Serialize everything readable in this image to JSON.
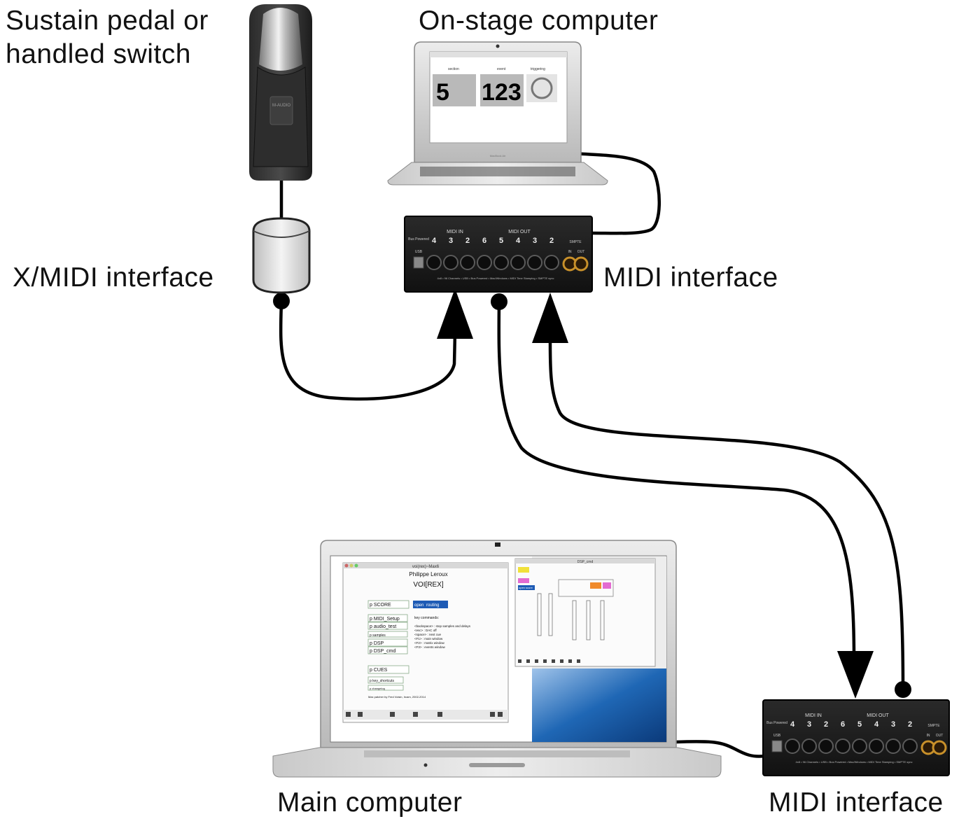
{
  "labels": {
    "pedal_line1": "Sustain pedal or",
    "pedal_line2": "handled switch",
    "onstage": "On-stage computer",
    "xmidi": "X/MIDI interface",
    "midi_top": "MIDI interface",
    "main": "Main computer",
    "midi_bottom": "MIDI interface"
  },
  "onstage_screen": {
    "section_label": "section",
    "event_label": "event",
    "triggering_label": "triggering",
    "section_value": "5",
    "event_value": "123",
    "brand": "MacBook Air"
  },
  "midi_box": {
    "midi_in": "MIDI IN",
    "midi_out": "MIDI OUT",
    "bus_powered": "Bus Powered",
    "usb": "USB",
    "smpte": "SMPTE",
    "in": "IN",
    "out": "OUT",
    "in_nums": [
      "4",
      "3",
      "2"
    ],
    "out_nums": [
      "6",
      "5",
      "4",
      "3",
      "2"
    ],
    "footer": "4x8 • 96 Channels • USB • Bus Powered • Mac/Windows • MIDI Time Stamping • SMPTE sync"
  },
  "patcher": {
    "window_title": "voi(rex)~Max6",
    "author": "Philippe Leroux",
    "title": "VOI[REX]",
    "box_score": "p SCORE",
    "box_open": "open",
    "box_routing": "routing",
    "box_midi_setup": "p MIDI_Setup",
    "box_audio_test": "p audio_test",
    "box_samples": "p samples",
    "box_dsp": "p DSP",
    "box_dsp_cmd": "p DSP_cmd",
    "box_cues": "p CUES",
    "box_key_shortcuts": "p key_shortcuts",
    "box_changelog": "p changelog",
    "key_commands": "key commands:",
    "cmd1": "<backspace> : stop samples and delays",
    "cmd2": "<esc> : DAC off",
    "cmd3": "<space> : next cue",
    "cmd4": "<F1> : main window",
    "cmd5": "<F2> : matrix window",
    "cmd6": "<F3> : events window",
    "credit": "Max patcher by Fred Voisin, Ircam, 2002-2014",
    "dsp_window_title": "DSP_cmd",
    "dsp_open_score": "open score"
  },
  "colors": {
    "cable": "#000000",
    "midi_box": "#1a1a1a",
    "desktop_blue": "#1a5fa8",
    "laptop_silver": "#d4d4d4"
  }
}
